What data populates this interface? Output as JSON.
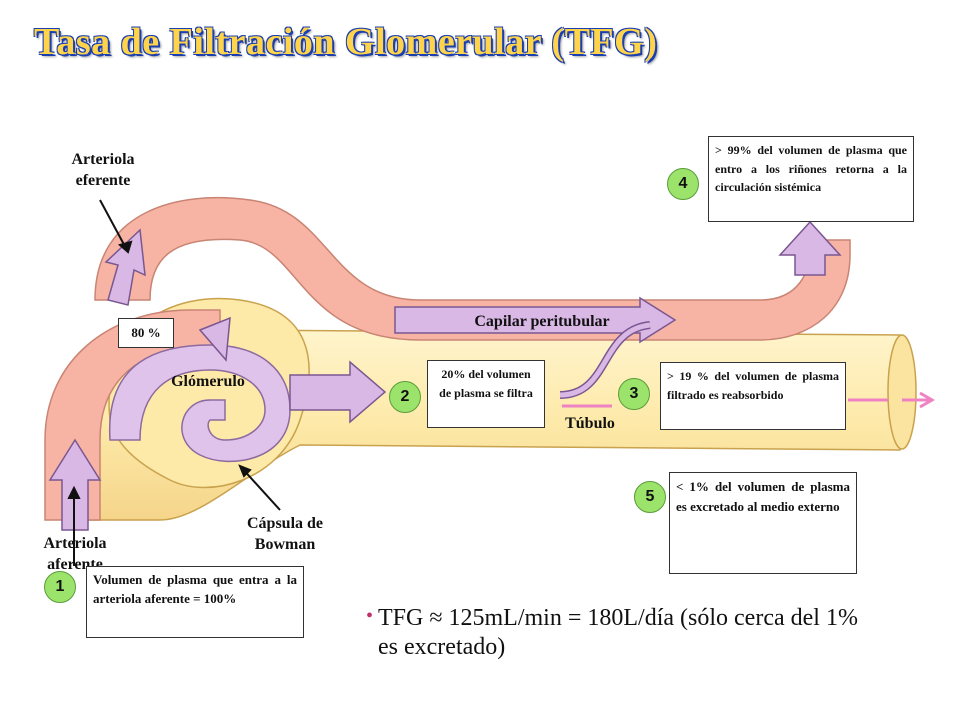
{
  "title": "Tasa de Filtración Glomerular (TFG)",
  "labels": {
    "arteriola_eferente": "Arteriola eferente",
    "arteriola_aferente": "Arteriola aferente",
    "glomerulo": "Glómerulo",
    "capsula_bowman": "Cápsula de Bowman",
    "capilar_peritubular": "Capilar peritubular",
    "tubulo": "Túbulo"
  },
  "boxes": {
    "pct80": "80 %",
    "b1": "Volumen de plasma que entra a la arteriola aferente = 100%",
    "b2": "20% del volumen de plasma se filtra",
    "b3": "> 19 % del volumen de plasma filtrado es reabsorbido",
    "b4": "> 99% del volumen de plasma que entro a los riñones retorna a la circulación sistémica",
    "b5": "< 1% del volumen de plasma es excretado al medio externo"
  },
  "badges": {
    "n1": "1",
    "n2": "2",
    "n3": "3",
    "n4": "4",
    "n5": "5"
  },
  "bullet": "TFG ≈ 125mL/min = 180L/día (sólo cerca del 1% es excretado)",
  "colors": {
    "vessel": "#f7b3a3",
    "tubule": "#fde9a8",
    "arrow": "#d9b8e6",
    "badge": "#9be36b",
    "outflow": "#ee82c2"
  }
}
